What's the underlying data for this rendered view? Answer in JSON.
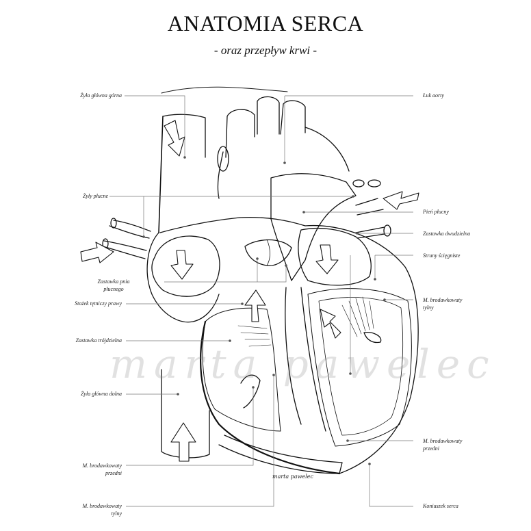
{
  "title": "ANATOMIA SERCA",
  "subtitle": "- oraz przepływ krwi -",
  "labels_left": {
    "zyla_glowna_gorna": "Żyła główna górna",
    "zyly_plucne": "Żyły płucne",
    "zastawka_pnia_1": "Zastawka pnia",
    "zastawka_pnia_2": "płucnego",
    "stozek": "Stożek tętniczy prawy",
    "zastawka_trojdzielna": "Zastawka trójdzielna",
    "zyla_glowna_dolna": "Żyła główna dolna",
    "brod_przedni_1": "M. brodawkowaty",
    "brod_przedni_2": "przedni",
    "brod_tylny_1": "M. brodawkowaty",
    "brod_tylny_2": "tylny"
  },
  "labels_right": {
    "luk_aorty": "Łuk aorty",
    "pien_plucny": "Pień płucny",
    "zastawka_dwudzielna": "Zastawka dwudzielna",
    "struny": "Struny ścięgniste",
    "brod_tylny_1": "M. brodawkowaty",
    "brod_tylny_2": "tylny",
    "brod_przedni_1": "M. brodawkowaty",
    "brod_przedni_2": "przedni",
    "koniuszek": "Koniuszek serca"
  },
  "watermark": "marta pawelec",
  "signature": "marta pawelec",
  "colors": {
    "line": "#111111",
    "leader": "#777777",
    "watermark": "#9a9a9a"
  }
}
